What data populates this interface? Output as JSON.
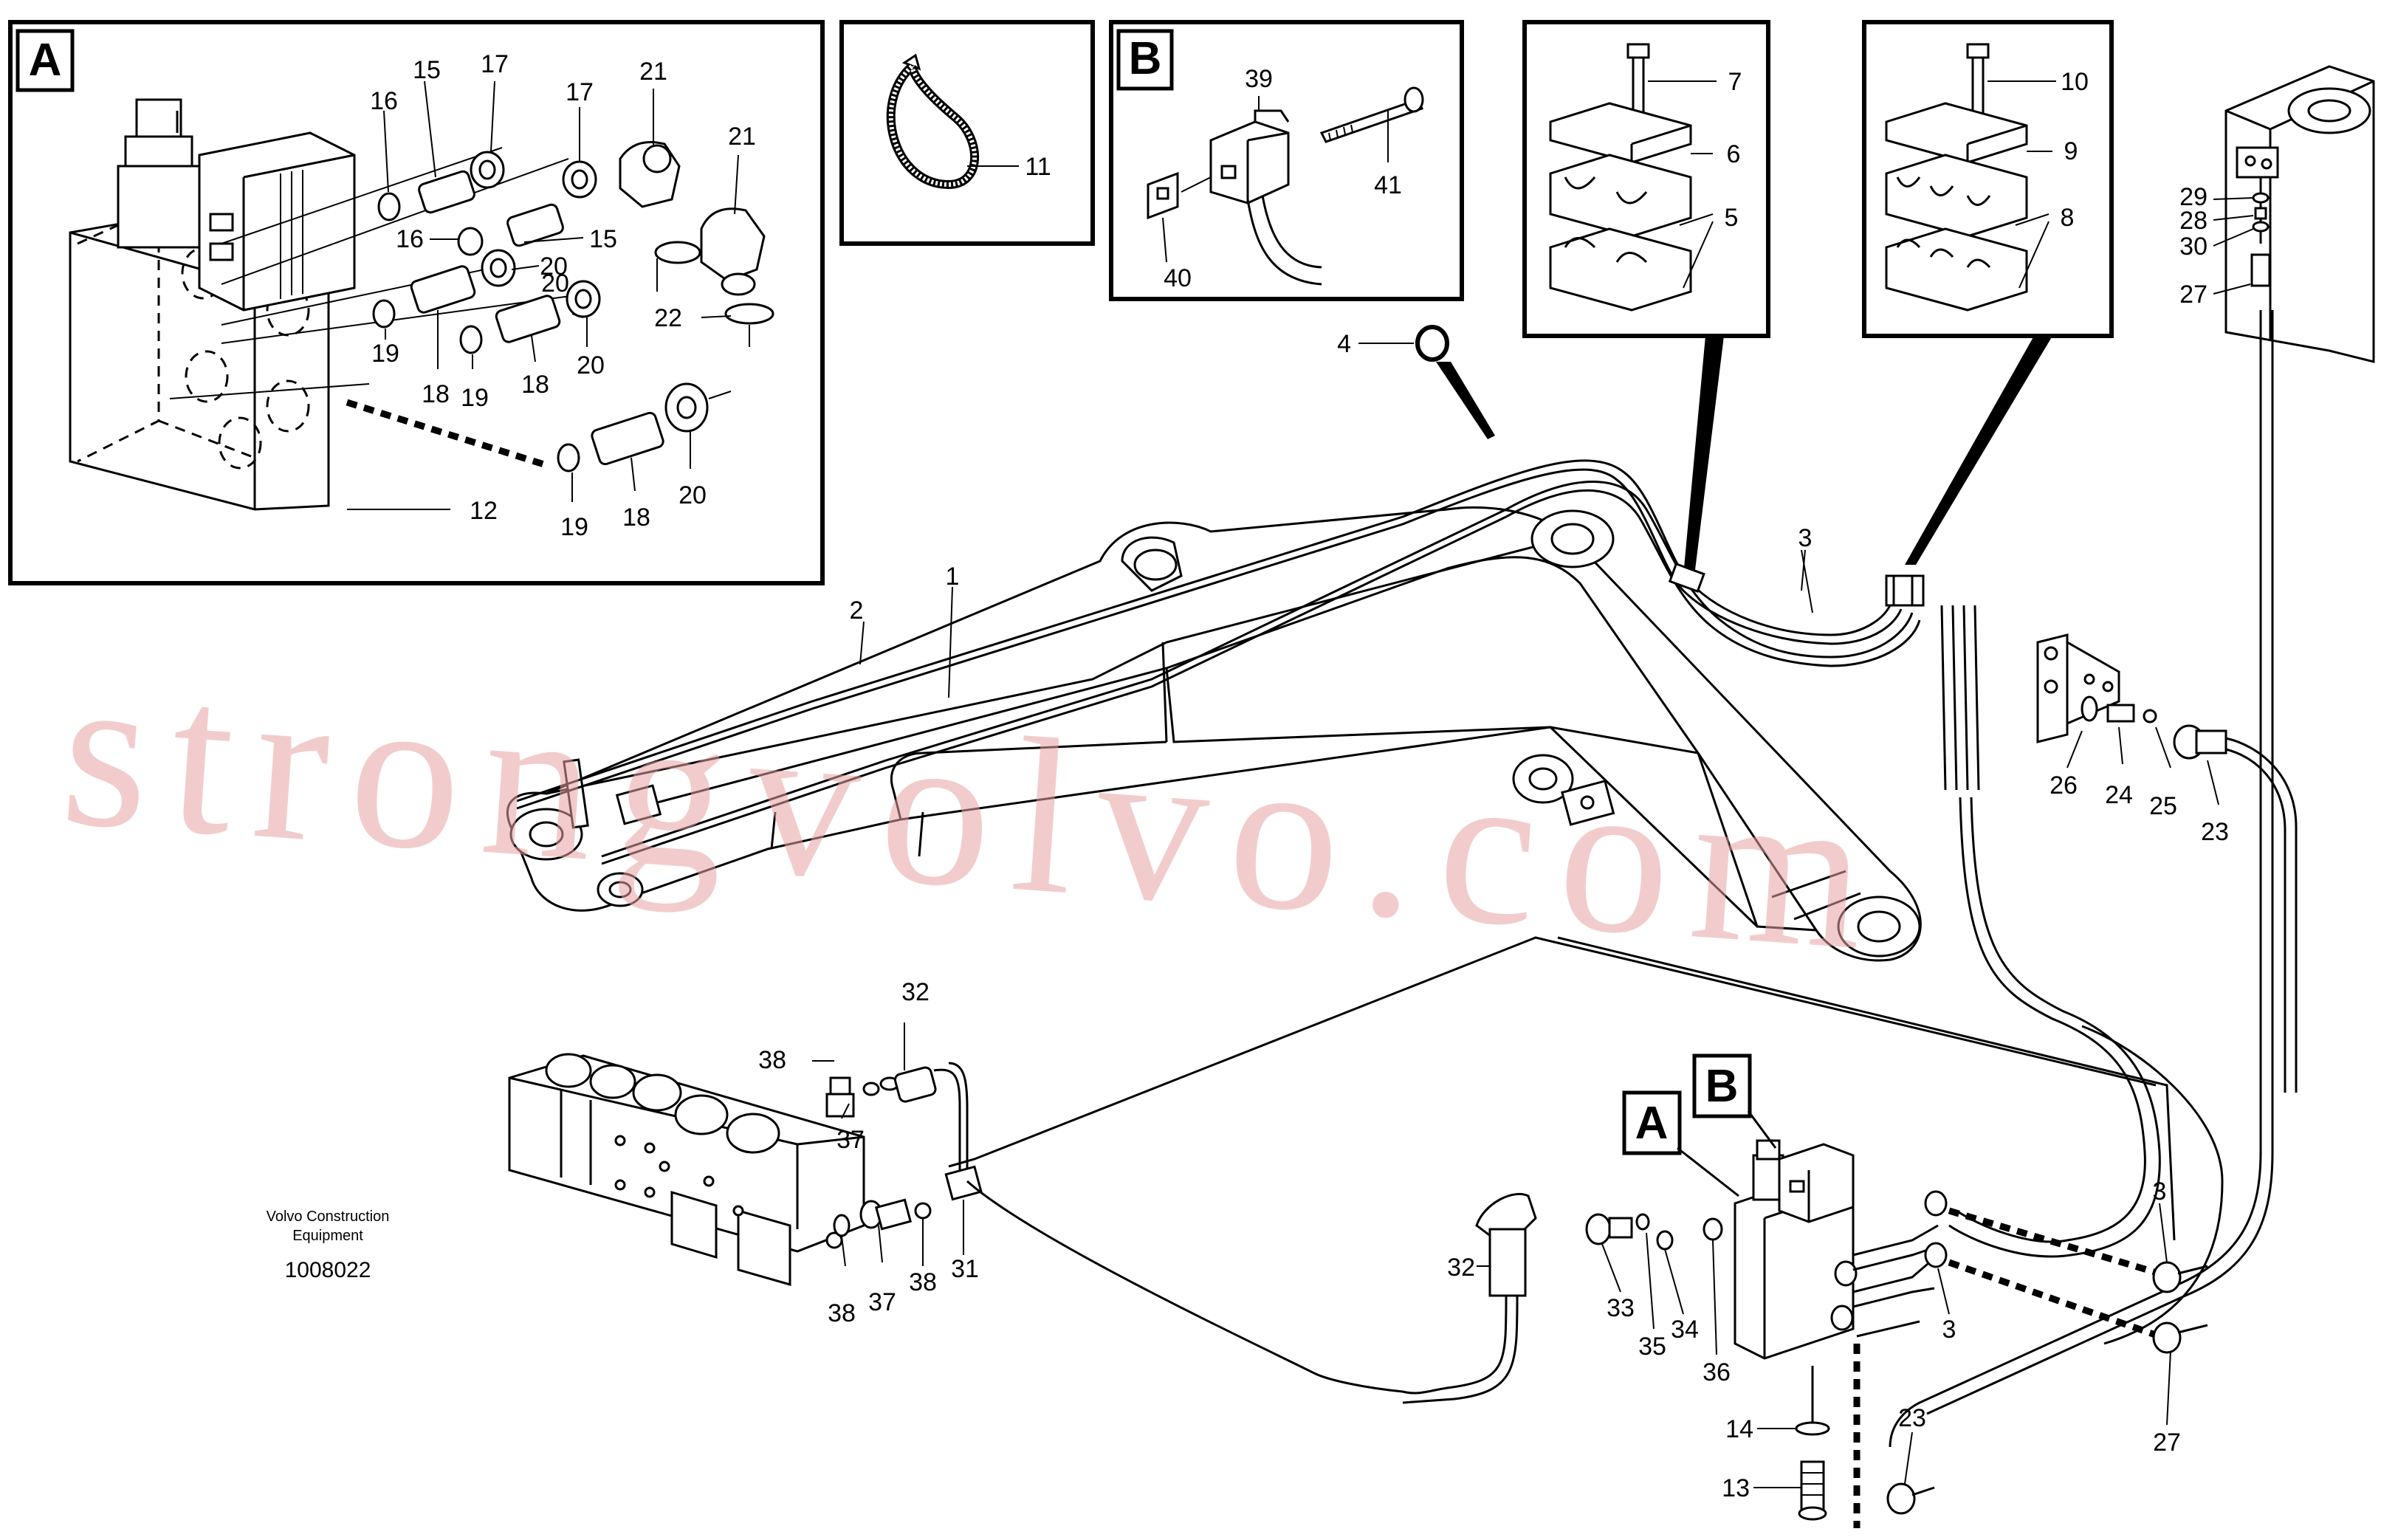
{
  "watermark": "strongvolvo.com",
  "footer": {
    "company_line1": "Volvo Construction",
    "company_line2": "Equipment",
    "drawing_number": "1008022"
  },
  "insets": {
    "a": {
      "letter": "A",
      "labels": [
        "15",
        "17",
        "16",
        "17",
        "21",
        "21",
        "16",
        "15",
        "20",
        "20",
        "22",
        "19",
        "18",
        "19",
        "18",
        "20",
        "12",
        "19",
        "18",
        "20"
      ]
    },
    "tie": {
      "labels": [
        "11"
      ]
    },
    "b": {
      "letter": "B",
      "labels": [
        "39",
        "41",
        "40"
      ]
    },
    "clamp1": {
      "labels": [
        "7",
        "6",
        "5"
      ]
    },
    "clamp2": {
      "labels": [
        "10",
        "9",
        "8"
      ]
    }
  },
  "main": {
    "markers": [
      "A",
      "B"
    ],
    "labels": [
      "4",
      "29",
      "28",
      "30",
      "27",
      "3",
      "2",
      "1",
      "26",
      "24",
      "25",
      "23",
      "32",
      "38",
      "37",
      "38",
      "37",
      "38",
      "31",
      "32",
      "33",
      "35",
      "34",
      "36",
      "3",
      "3",
      "27",
      "14",
      "23",
      "13"
    ]
  }
}
